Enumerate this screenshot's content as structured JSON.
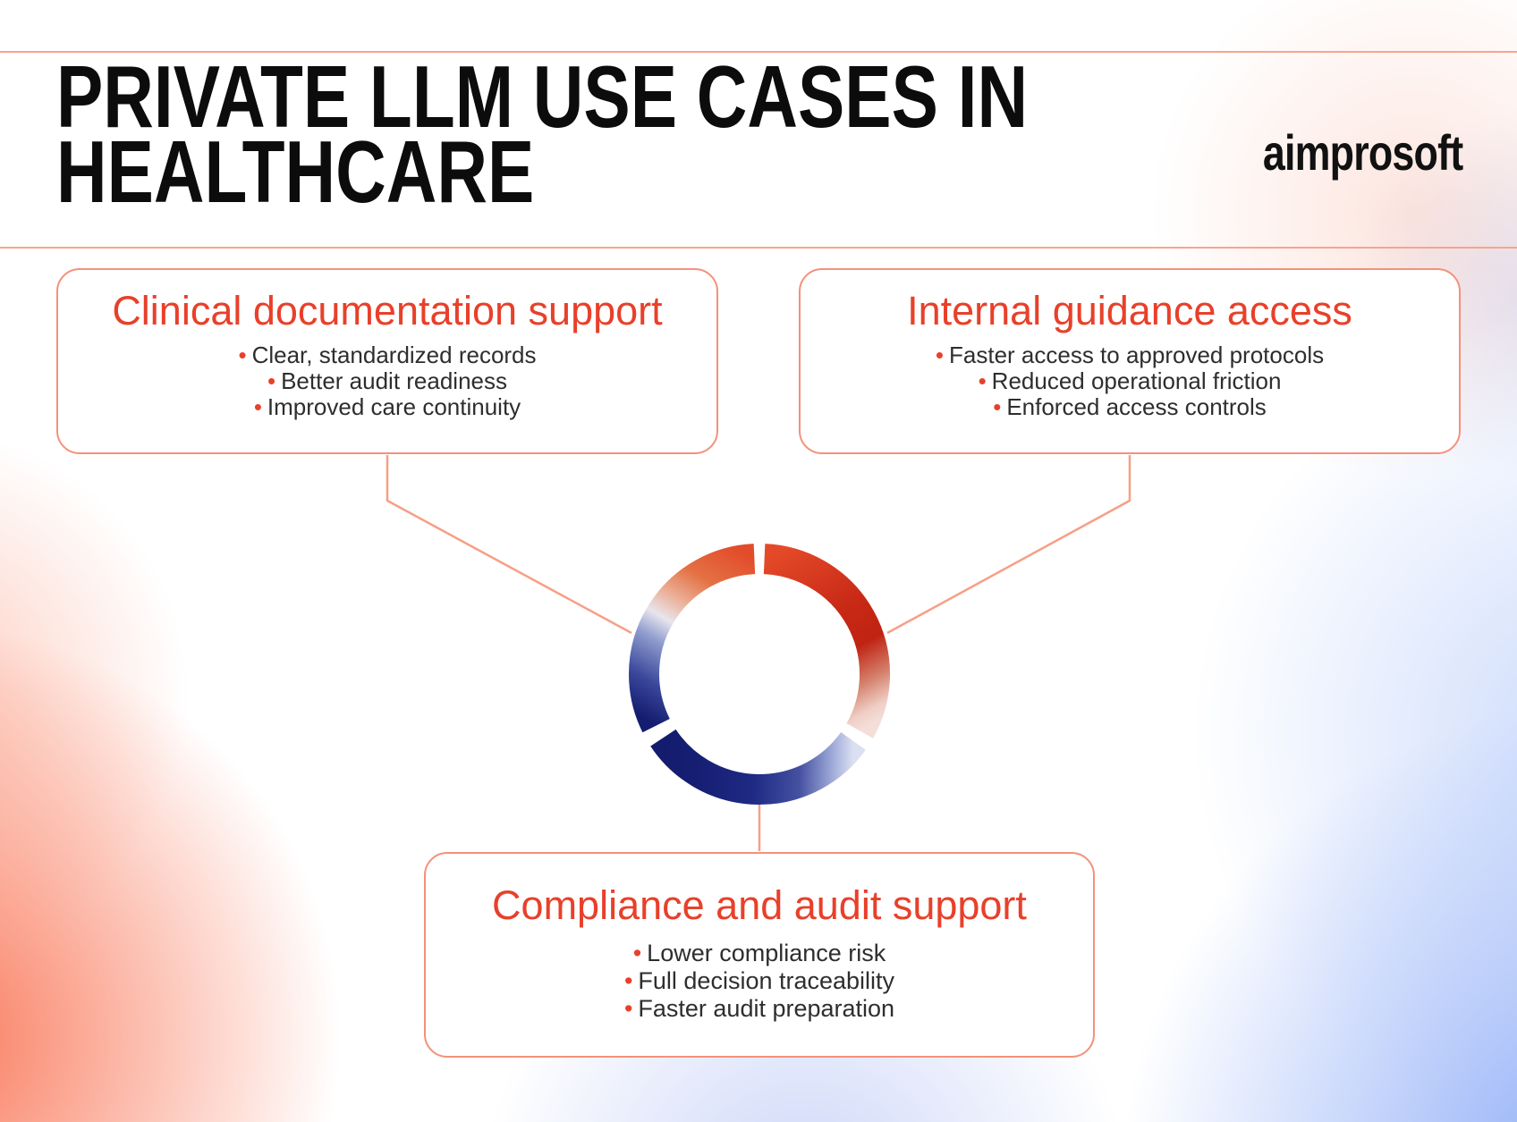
{
  "header": {
    "title_line1": "PRIVATE LLM USE CASES IN",
    "title_line2": "HEALTHCARE",
    "brand": "aimprosoft"
  },
  "ui": {
    "bullet_glyph": "•"
  },
  "colors": {
    "accent_red": "#E8402A",
    "salmon_line": "#F7A48D",
    "card_border": "#F4917A",
    "title_black": "#0C0C0C",
    "body_text": "#2E2E2E",
    "ring_red_deep": "#BF2312",
    "ring_orange": "#E44A29",
    "ring_navy": "#131C6D",
    "bg_coral": "#F97B5E",
    "bg_blue": "#97B2F7"
  },
  "cards": [
    {
      "title": "Clinical documentation support",
      "bullets": [
        "Clear, standardized records",
        "Better audit readiness",
        "Improved care continuity"
      ]
    },
    {
      "title": "Internal guidance access",
      "bullets": [
        "Faster access to approved protocols",
        "Reduced operational friction",
        "Enforced access controls"
      ]
    },
    {
      "title": "Compliance and audit support",
      "bullets": [
        "Lower compliance risk",
        "Full decision traceability",
        "Faster audit preparation"
      ]
    }
  ],
  "diagram": {
    "type": "donut-ring",
    "description": "central ring with three gapped segments, gradient from orange-red at top through deep red on right, pale break, navy across bottom, blue-to-white-to-salmon on left; thin salmon connector lines join each card to the ring",
    "segments": [
      {
        "name": "top-right",
        "from_deg": 2.5,
        "to_deg": 119.5,
        "colors": [
          "#E44A29",
          "#BF2312",
          "#F4DED8"
        ]
      },
      {
        "name": "bottom",
        "from_deg": 125.5,
        "to_deg": 236.5,
        "colors": [
          "#DBDFF2",
          "#1F2A84",
          "#131C6D"
        ]
      },
      {
        "name": "left",
        "from_deg": 243.5,
        "to_deg": 357.5,
        "colors": [
          "#141D6F",
          "#E8E5EC",
          "#E24C2A"
        ]
      }
    ]
  }
}
